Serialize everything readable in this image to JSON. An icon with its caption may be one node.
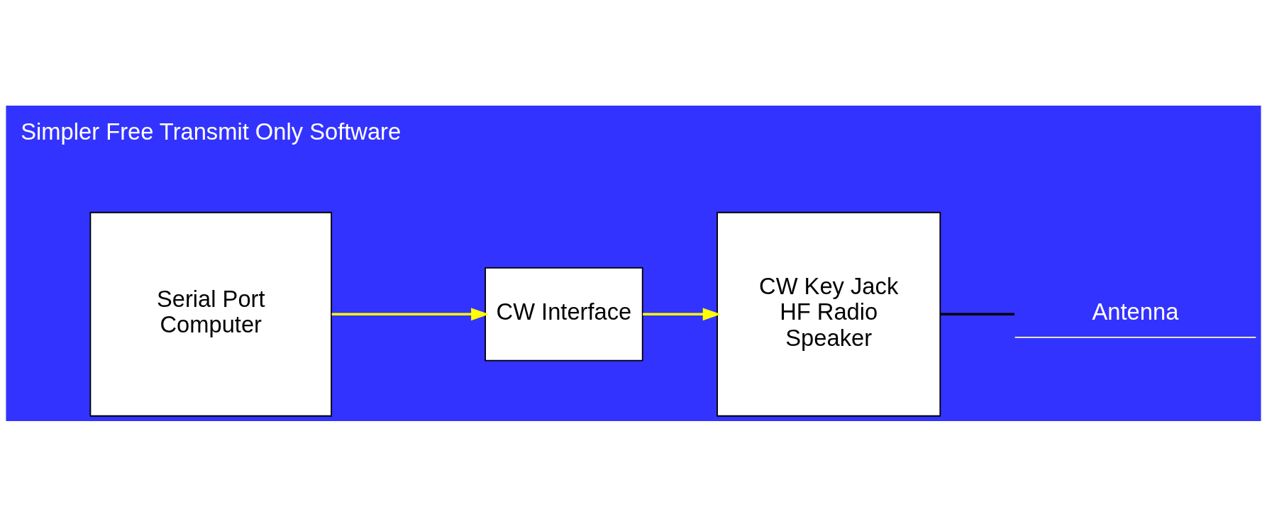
{
  "diagram": {
    "nodes": [
      {
        "text": [
          "Serial Port",
          "Computer"
        ]
      },
      {
        "text": [
          "CW Interface"
        ]
      },
      {
        "text": [
          "CW Key Jack",
          "HF Radio",
          "Speaker"
        ]
      },
      {
        "text": [
          "Antenna"
        ]
      }
    ],
    "edges": [
      {
        "from": 0,
        "to": 1,
        "arrow": "to",
        "color": "#ffff00"
      },
      {
        "from": 1,
        "to": 2,
        "arrow": "to",
        "color": "#ffff00"
      },
      {
        "from": 2,
        "to": 3,
        "arrow": "none",
        "color": "#000000"
      }
    ],
    "labels": [
      "Simpler Free Transmit Only Software"
    ]
  }
}
